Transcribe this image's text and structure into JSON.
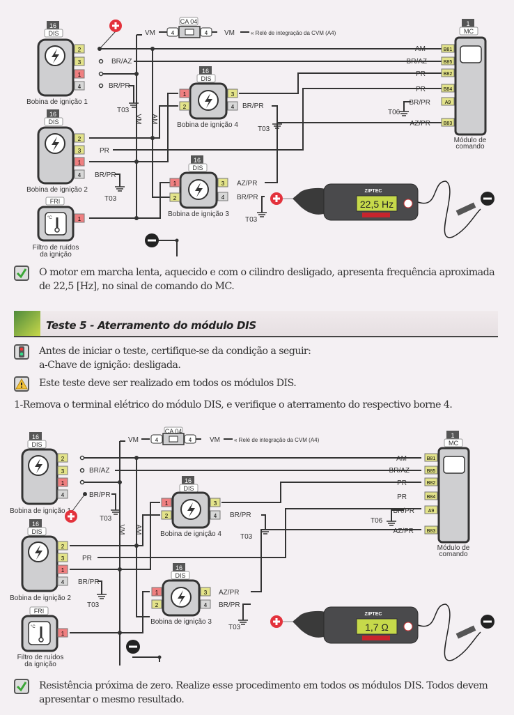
{
  "diagram1": {
    "coil1": {
      "num": "16",
      "tag": "DIS",
      "label": "Bobina de ignição 1",
      "pins": [
        "2",
        "3",
        "1",
        "4"
      ]
    },
    "coil2": {
      "num": "16",
      "tag": "DIS",
      "label": "Bobina de ignição 2",
      "pins": [
        "2",
        "3",
        "1",
        "4"
      ]
    },
    "coil3": {
      "num": "16",
      "tag": "DIS",
      "label": "Bobina de ignição 3",
      "pins_left": [
        "1",
        "2"
      ],
      "pins_right": [
        "3",
        "4"
      ]
    },
    "coil4": {
      "num": "16",
      "tag": "DIS",
      "label": "Bobina de ignição 4",
      "pins_left": [
        "1",
        "2"
      ],
      "pins_right": [
        "3",
        "4"
      ]
    },
    "filter": {
      "tag": "FRI",
      "label_line1": "Filtro de ruídos",
      "label_line2": "da ignição",
      "pin": "1"
    },
    "module": {
      "num": "1",
      "tag": "MC",
      "label_line1": "Módulo de",
      "label_line2": "comando",
      "pins": [
        "B81",
        "B85",
        "B82",
        "B84",
        "A9",
        "B83"
      ],
      "wires": [
        "AM",
        "BR/AZ",
        "PR",
        "PR",
        "BR/PR",
        "AZ/PR"
      ]
    },
    "fuse": {
      "tag": "CA 04",
      "pin_left": "4",
      "pin_right": "4",
      "wire_left": "VM",
      "wire_right": "VM",
      "relay": "Relé de integração da CVM (A4)"
    },
    "wires": {
      "br_az": "BR/AZ",
      "br_pr": "BR/PR",
      "pr": "PR",
      "az_pr": "AZ/PR",
      "vm": "VM",
      "am": "AM"
    },
    "grounds": {
      "t03": "T03",
      "t06": "T06"
    },
    "meter": {
      "brand": "ZIPTEC",
      "reading": "22,5 Hz"
    }
  },
  "note_ok1": {
    "icon": "check-icon",
    "text": "O motor em marcha lenta, aquecido e com o cilindro desligado, apresenta frequência aproximada de 22,5 [Hz], no sinal de comando do MC."
  },
  "section": {
    "title": "Teste 5 - Aterramento do módulo DIS"
  },
  "note_condition": {
    "icon": "traffic-light-icon",
    "line1": "Antes de iniciar o teste, certifique-se da condição a seguir:",
    "line2": "a-Chave de ignição: desligada."
  },
  "note_warning": {
    "icon": "warning-icon",
    "text": "Este teste deve ser realizado em todos os módulos DIS."
  },
  "step1": "1-Remova o terminal elétrico do módulo DIS, e verifique o aterramento do respectivo borne 4.",
  "diagram2": {
    "coil1": {
      "num": "16",
      "tag": "DIS",
      "label": "Bobina de ignição 1",
      "pins": [
        "2",
        "3",
        "1",
        "4"
      ]
    },
    "coil2": {
      "num": "16",
      "tag": "DIS",
      "label": "Bobina de ignição 2",
      "pins": [
        "2",
        "3",
        "1",
        "4"
      ]
    },
    "coil3": {
      "num": "16",
      "tag": "DIS",
      "label": "Bobina de ignição 3",
      "pins_left": [
        "1",
        "2"
      ],
      "pins_right": [
        "3",
        "4"
      ]
    },
    "coil4": {
      "num": "16",
      "tag": "DIS",
      "label": "Bobina de ignição 4",
      "pins_left": [
        "1",
        "2"
      ],
      "pins_right": [
        "3",
        "4"
      ]
    },
    "filter": {
      "tag": "FRI",
      "label_line1": "Filtro de ruídos",
      "label_line2": "da ignição",
      "pin": "1"
    },
    "module": {
      "num": "1",
      "tag": "MC",
      "label_line1": "Módulo de",
      "label_line2": "comando",
      "pins": [
        "B81",
        "B85",
        "B82",
        "B84",
        "A9",
        "B83"
      ],
      "wires": [
        "AM",
        "BR/AZ",
        "PR",
        "PR",
        "BR/PR",
        "AZ/PR"
      ]
    },
    "fuse": {
      "tag": "CA 04",
      "pin_left": "4",
      "pin_right": "4",
      "wire_left": "VM",
      "wire_right": "VM",
      "relay": "Relé de integração da CVM (A4)"
    },
    "wires": {
      "br_az": "BR/AZ",
      "br_pr": "BR/PR",
      "pr": "PR",
      "az_pr": "AZ/PR",
      "vm": "VM",
      "am": "AM"
    },
    "grounds": {
      "t03": "T03",
      "t06": "T06"
    },
    "meter": {
      "brand": "ZIPTEC",
      "reading": "1,7 Ω"
    }
  },
  "note_ok2": {
    "icon": "check-icon",
    "text": "Resistência próxima de zero. Realize esse procedimento em todos os módulos DIS. Todos devem apresentar o mesmo resultado."
  },
  "colors": {
    "pin_yellow": "#e3e38a",
    "pin_red": "#ef7f80",
    "pin_gray": "#d8d8d8",
    "plus": "#e3323c",
    "minus": "#222222",
    "wire": "#333333",
    "lcd": "#c6d94a"
  }
}
